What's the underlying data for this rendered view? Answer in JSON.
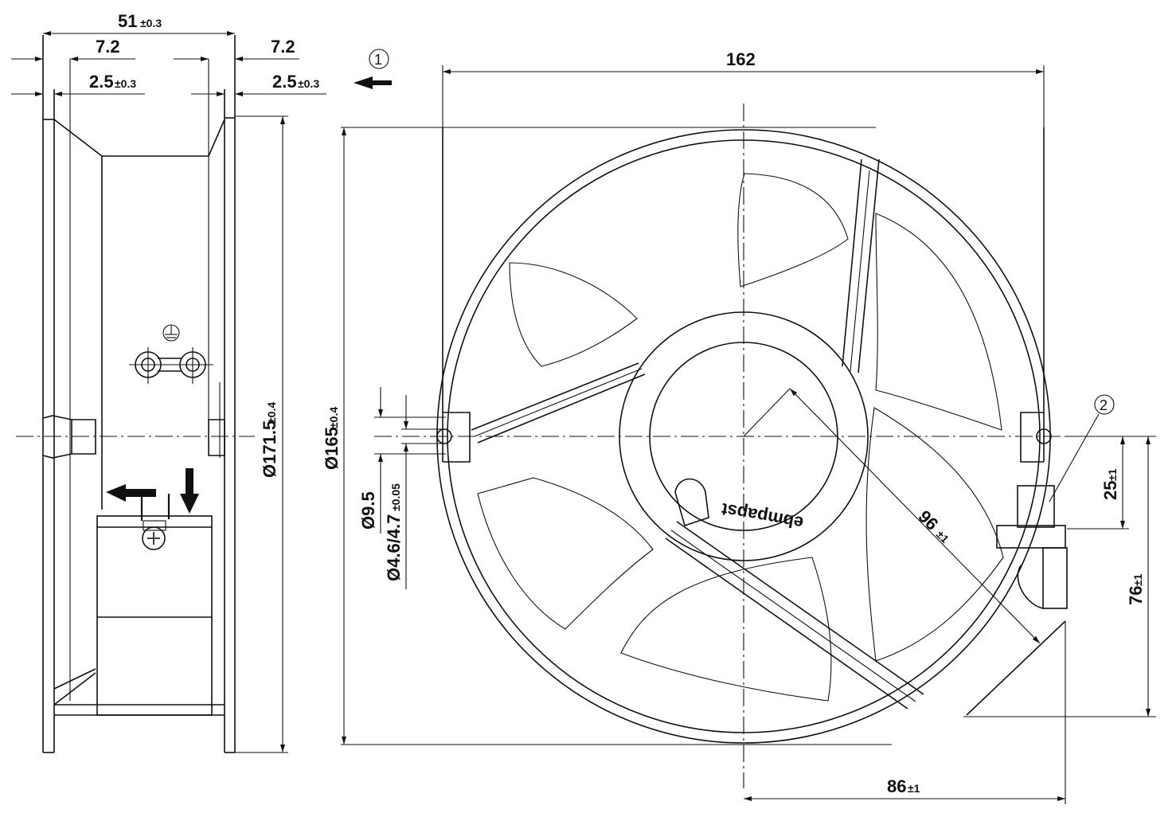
{
  "dimensions": {
    "side_width": {
      "main": "51",
      "tol": "±0.3"
    },
    "flange_left": {
      "main": "7.2",
      "tol": ""
    },
    "flange_right": {
      "main": "7.2",
      "tol": ""
    },
    "lip_left": {
      "main": "2.5",
      "tol": "±0.3"
    },
    "lip_right": {
      "main": "2.5",
      "tol": "±0.3"
    },
    "outer_diameter": {
      "main": "Ø171.5",
      "tol": "±0.4"
    },
    "front_diameter": {
      "main": "Ø165",
      "tol": "±0.4"
    },
    "width_162": {
      "main": "162",
      "tol": ""
    },
    "hole_d": {
      "main": "Ø9.5",
      "tol": ""
    },
    "hole_d2": {
      "main": "Ø4.6/4.7",
      "tol": "±0.05"
    },
    "radius": {
      "main": "96",
      "tol": "±1"
    },
    "offset_25": {
      "main": "25",
      "tol": "±1"
    },
    "offset_76": {
      "main": "76",
      "tol": "±1"
    },
    "offset_86": {
      "main": "86",
      "tol": "±1"
    }
  },
  "callouts": {
    "c1": "1",
    "c2": "2"
  },
  "logo": "ebmpapst"
}
